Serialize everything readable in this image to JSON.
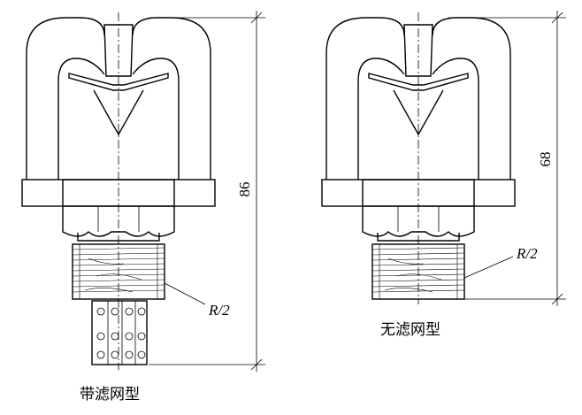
{
  "left_head": {
    "caption": "带滤网型",
    "dimension_total": "86",
    "thread_label": "R/2"
  },
  "right_head": {
    "caption": "无滤网型",
    "dimension_total": "68",
    "thread_label": "R/2"
  }
}
